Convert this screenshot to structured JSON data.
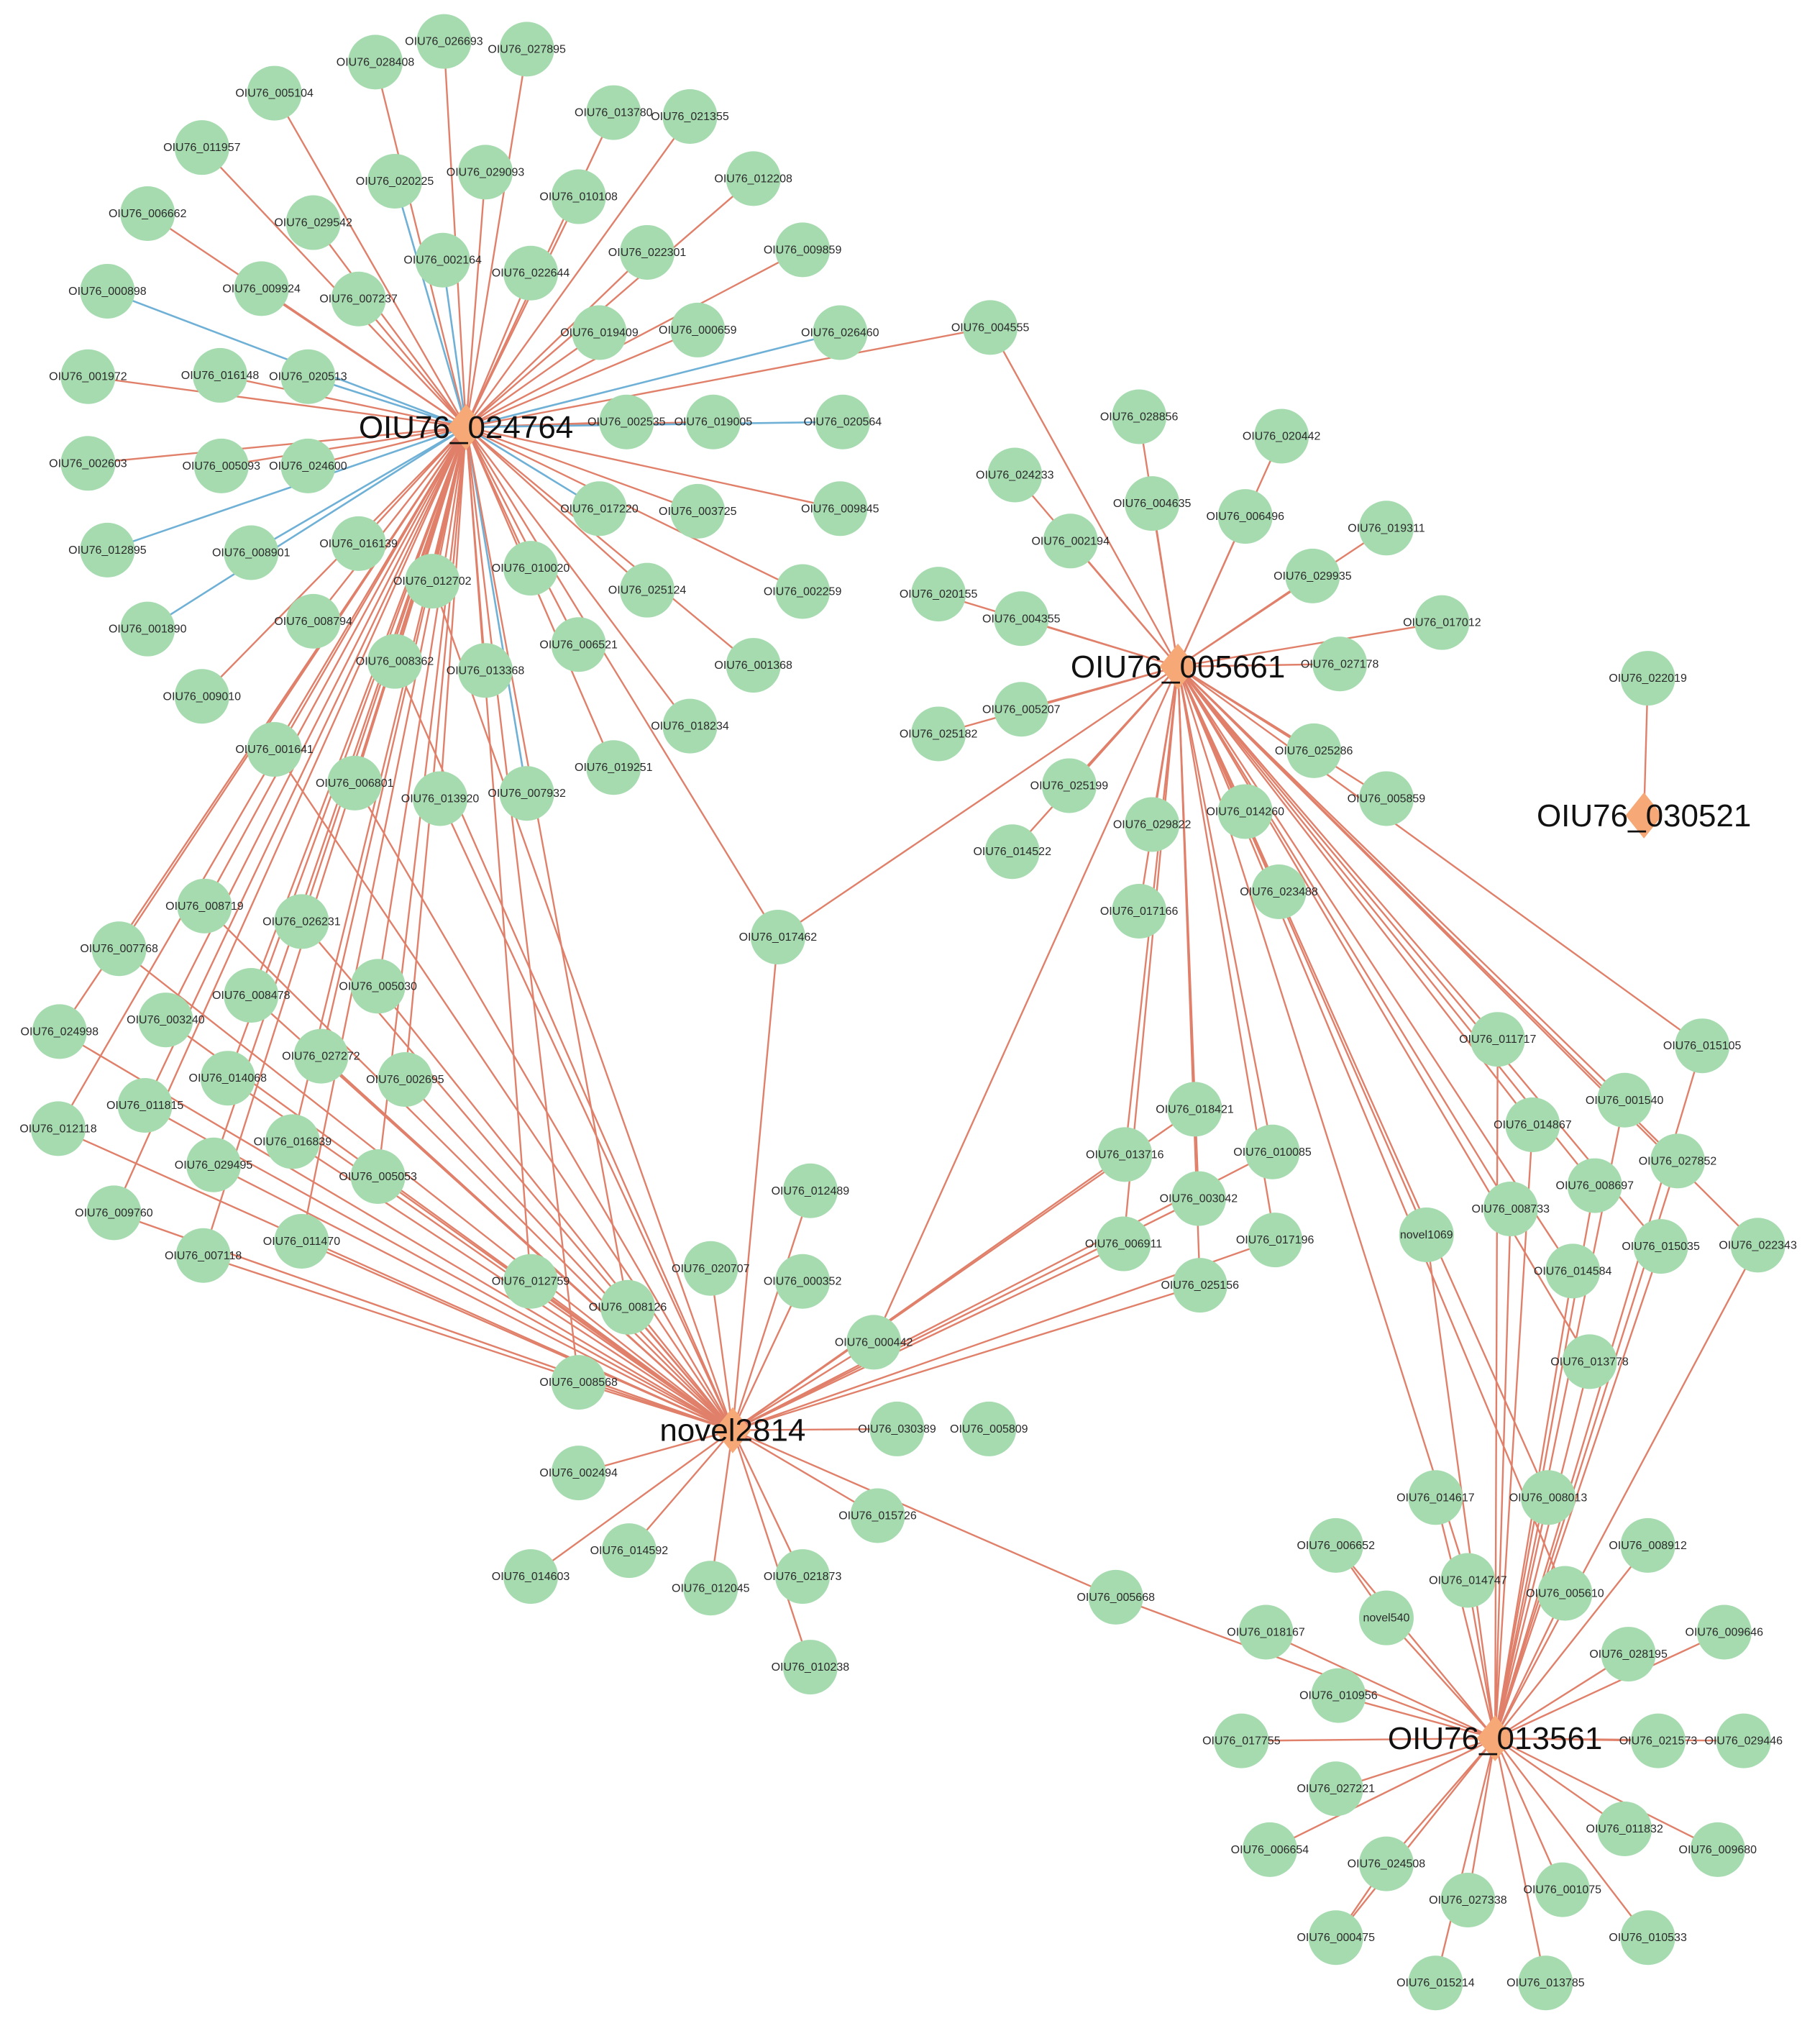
{
  "colors": {
    "gene_node": "#a6dbb0",
    "hub_node": "#f6a977",
    "edge_default": "#e0806a",
    "edge_blue": "#6fb0d6",
    "background": "#ffffff"
  },
  "hubs": [
    {
      "id": "OIU76_024764",
      "label": "OIU76_024764"
    },
    {
      "id": "OIU76_005661",
      "label": "OIU76_005661"
    },
    {
      "id": "novel2814",
      "label": "novel2814"
    },
    {
      "id": "OIU76_013561",
      "label": "OIU76_013561"
    },
    {
      "id": "OIU76_030521",
      "label": "OIU76_030521"
    }
  ],
  "genes": [
    "OIU76_028408",
    "OIU76_026693",
    "OIU76_027895",
    "OIU76_013780",
    "OIU76_005104",
    "OIU76_021355",
    "OIU76_011957",
    "OIU76_020225",
    "OIU76_029093",
    "OIU76_012208",
    "OIU76_010108",
    "OIU76_006662",
    "OIU76_029542",
    "OIU76_009859",
    "OIU76_022301",
    "OIU76_002164",
    "OIU76_022644",
    "OIU76_000898",
    "OIU76_009924",
    "OIU76_007237",
    "OIU76_019409",
    "OIU76_000659",
    "OIU76_026460",
    "OIU76_004555",
    "OIU76_001972",
    "OIU76_016148",
    "OIU76_020513",
    "OIU76_002535",
    "OIU76_019005",
    "OIU76_020564",
    "OIU76_002603",
    "OIU76_005093",
    "OIU76_024600",
    "OIU76_017220",
    "OIU76_003725",
    "OIU76_009845",
    "OIU76_012895",
    "OIU76_008901",
    "OIU76_016139",
    "OIU76_012702",
    "OIU76_010020",
    "OIU76_025124",
    "OIU76_002259",
    "OIU76_001890",
    "OIU76_008794",
    "OIU76_008362",
    "OIU76_013368",
    "OIU76_006521",
    "OIU76_001368",
    "OIU76_009010",
    "OIU76_018234",
    "OIU76_001641",
    "OIU76_006801",
    "OIU76_013920",
    "OIU76_007932",
    "OIU76_019251",
    "OIU76_028856",
    "OIU76_020442",
    "OIU76_024233",
    "OIU76_004635",
    "OIU76_006496",
    "OIU76_002194",
    "OIU76_019311",
    "OIU76_029935",
    "OIU76_020155",
    "OIU76_004355",
    "OIU76_017012",
    "OIU76_027178",
    "OIU76_005207",
    "OIU76_025182",
    "OIU76_022019",
    "OIU76_025286",
    "OIU76_025199",
    "OIU76_005859",
    "OIU76_029822",
    "OIU76_014260",
    "OIU76_014522",
    "OIU76_023488",
    "OIU76_017166",
    "OIU76_008719",
    "OIU76_026231",
    "OIU76_017462",
    "OIU76_007768",
    "OIU76_005030",
    "OIU76_008478",
    "OIU76_003240",
    "OIU76_024998",
    "OIU76_027272",
    "OIU76_014068",
    "OIU76_002695",
    "OIU76_011717",
    "OIU76_015105",
    "OIU76_011815",
    "OIU76_012118",
    "OIU76_016839",
    "OIU76_018421",
    "OIU76_001540",
    "OIU76_014867",
    "OIU76_029495",
    "OIU76_005053",
    "OIU76_013716",
    "OIU76_010085",
    "OIU76_027852",
    "OIU76_008697",
    "OIU76_003042",
    "OIU76_008733",
    "OIU76_009760",
    "OIU76_012489",
    "OIU76_011470",
    "OIU76_006911",
    "OIU76_017196",
    "novel1069",
    "OIU76_015035",
    "OIU76_022343",
    "OIU76_007118",
    "OIU76_020707",
    "OIU76_000352",
    "OIU76_014584",
    "OIU76_012759",
    "OIU76_008126",
    "OIU76_025156",
    "OIU76_000442",
    "OIU76_013778",
    "OIU76_008568",
    "OIU76_030389",
    "OIU76_005809",
    "OIU76_002494",
    "OIU76_014617",
    "OIU76_008013",
    "OIU76_015726",
    "OIU76_006652",
    "OIU76_008912",
    "OIU76_014592",
    "OIU76_014603",
    "OIU76_014747",
    "OIU76_012045",
    "OIU76_021873",
    "OIU76_005610",
    "novel540",
    "OIU76_005668",
    "OIU76_009646",
    "OIU76_018167",
    "OIU76_010238",
    "OIU76_028195",
    "OIU76_010956",
    "OIU76_017755",
    "OIU76_021573",
    "OIU76_029446",
    "OIU76_027221",
    "OIU76_006654",
    "OIU76_024508",
    "OIU76_011832",
    "OIU76_009680",
    "OIU76_027338",
    "OIU76_001075",
    "OIU76_000475",
    "OIU76_010533",
    "OIU76_015214",
    "OIU76_013785"
  ],
  "edges": [
    [
      "OIU76_024764",
      "OIU76_028408"
    ],
    [
      "OIU76_024764",
      "OIU76_026693"
    ],
    [
      "OIU76_024764",
      "OIU76_027895"
    ],
    [
      "OIU76_024764",
      "OIU76_013780"
    ],
    [
      "OIU76_024764",
      "OIU76_005104"
    ],
    [
      "OIU76_024764",
      "OIU76_021355"
    ],
    [
      "OIU76_024764",
      "OIU76_011957"
    ],
    [
      "OIU76_024764",
      "OIU76_020225",
      "blue"
    ],
    [
      "OIU76_024764",
      "OIU76_029093"
    ],
    [
      "OIU76_024764",
      "OIU76_012208"
    ],
    [
      "OIU76_024764",
      "OIU76_010108"
    ],
    [
      "OIU76_024764",
      "OIU76_006662"
    ],
    [
      "OIU76_024764",
      "OIU76_029542"
    ],
    [
      "OIU76_024764",
      "OIU76_009859"
    ],
    [
      "OIU76_024764",
      "OIU76_022301"
    ],
    [
      "OIU76_024764",
      "OIU76_002164",
      "blue"
    ],
    [
      "OIU76_024764",
      "OIU76_022644"
    ],
    [
      "OIU76_024764",
      "OIU76_000898",
      "blue"
    ],
    [
      "OIU76_024764",
      "OIU76_009924"
    ],
    [
      "OIU76_024764",
      "OIU76_007237"
    ],
    [
      "OIU76_024764",
      "OIU76_019409"
    ],
    [
      "OIU76_024764",
      "OIU76_000659"
    ],
    [
      "OIU76_024764",
      "OIU76_026460",
      "blue"
    ],
    [
      "OIU76_024764",
      "OIU76_004555"
    ],
    [
      "OIU76_024764",
      "OIU76_001972"
    ],
    [
      "OIU76_024764",
      "OIU76_016148"
    ],
    [
      "OIU76_024764",
      "OIU76_020513",
      "blue"
    ],
    [
      "OIU76_024764",
      "OIU76_002535"
    ],
    [
      "OIU76_024764",
      "OIU76_019005"
    ],
    [
      "OIU76_024764",
      "OIU76_020564",
      "blue"
    ],
    [
      "OIU76_024764",
      "OIU76_002603"
    ],
    [
      "OIU76_024764",
      "OIU76_005093"
    ],
    [
      "OIU76_024764",
      "OIU76_024600"
    ],
    [
      "OIU76_024764",
      "OIU76_017220",
      "blue"
    ],
    [
      "OIU76_024764",
      "OIU76_003725"
    ],
    [
      "OIU76_024764",
      "OIU76_009845"
    ],
    [
      "OIU76_024764",
      "OIU76_012895",
      "blue"
    ],
    [
      "OIU76_024764",
      "OIU76_008901",
      "blue"
    ],
    [
      "OIU76_024764",
      "OIU76_016139"
    ],
    [
      "OIU76_024764",
      "OIU76_012702"
    ],
    [
      "OIU76_024764",
      "OIU76_010020"
    ],
    [
      "OIU76_024764",
      "OIU76_025124"
    ],
    [
      "OIU76_024764",
      "OIU76_002259"
    ],
    [
      "OIU76_024764",
      "OIU76_001890",
      "blue"
    ],
    [
      "OIU76_024764",
      "OIU76_008794"
    ],
    [
      "OIU76_024764",
      "OIU76_008362"
    ],
    [
      "OIU76_024764",
      "OIU76_013368"
    ],
    [
      "OIU76_024764",
      "OIU76_006521"
    ],
    [
      "OIU76_024764",
      "OIU76_001368"
    ],
    [
      "OIU76_024764",
      "OIU76_009010"
    ],
    [
      "OIU76_024764",
      "OIU76_018234"
    ],
    [
      "OIU76_024764",
      "OIU76_001641"
    ],
    [
      "OIU76_024764",
      "OIU76_006801"
    ],
    [
      "OIU76_024764",
      "OIU76_013920"
    ],
    [
      "OIU76_024764",
      "OIU76_007932",
      "blue"
    ],
    [
      "OIU76_024764",
      "OIU76_019251"
    ],
    [
      "OIU76_024764",
      "OIU76_017462"
    ],
    [
      "OIU76_024764",
      "OIU76_008719"
    ],
    [
      "OIU76_024764",
      "OIU76_026231"
    ],
    [
      "OIU76_024764",
      "OIU76_007768"
    ],
    [
      "OIU76_024764",
      "OIU76_005030"
    ],
    [
      "OIU76_024764",
      "OIU76_008478"
    ],
    [
      "OIU76_024764",
      "OIU76_003240"
    ],
    [
      "OIU76_024764",
      "OIU76_024998"
    ],
    [
      "OIU76_024764",
      "OIU76_027272"
    ],
    [
      "OIU76_024764",
      "OIU76_014068"
    ],
    [
      "OIU76_024764",
      "OIU76_002695"
    ],
    [
      "OIU76_024764",
      "OIU76_011815"
    ],
    [
      "OIU76_024764",
      "OIU76_012118"
    ],
    [
      "OIU76_024764",
      "OIU76_016839"
    ],
    [
      "OIU76_024764",
      "OIU76_029495"
    ],
    [
      "OIU76_024764",
      "OIU76_005053"
    ],
    [
      "OIU76_024764",
      "OIU76_009760"
    ],
    [
      "OIU76_024764",
      "OIU76_011470"
    ],
    [
      "OIU76_024764",
      "OIU76_007118"
    ],
    [
      "OIU76_024764",
      "OIU76_012759"
    ],
    [
      "OIU76_024764",
      "OIU76_008126"
    ],
    [
      "OIU76_024764",
      "OIU76_008568"
    ],
    [
      "OIU76_005661",
      "OIU76_004555"
    ],
    [
      "OIU76_005661",
      "OIU76_028856"
    ],
    [
      "OIU76_005661",
      "OIU76_020442"
    ],
    [
      "OIU76_005661",
      "OIU76_024233"
    ],
    [
      "OIU76_005661",
      "OIU76_004635"
    ],
    [
      "OIU76_005661",
      "OIU76_006496"
    ],
    [
      "OIU76_005661",
      "OIU76_002194"
    ],
    [
      "OIU76_005661",
      "OIU76_019311"
    ],
    [
      "OIU76_005661",
      "OIU76_029935"
    ],
    [
      "OIU76_005661",
      "OIU76_020155"
    ],
    [
      "OIU76_005661",
      "OIU76_004355"
    ],
    [
      "OIU76_005661",
      "OIU76_017012"
    ],
    [
      "OIU76_005661",
      "OIU76_027178"
    ],
    [
      "OIU76_005661",
      "OIU76_005207"
    ],
    [
      "OIU76_005661",
      "OIU76_025182"
    ],
    [
      "OIU76_005661",
      "OIU76_025286"
    ],
    [
      "OIU76_005661",
      "OIU76_025199"
    ],
    [
      "OIU76_005661",
      "OIU76_005859"
    ],
    [
      "OIU76_005661",
      "OIU76_029822"
    ],
    [
      "OIU76_005661",
      "OIU76_014260"
    ],
    [
      "OIU76_005661",
      "OIU76_014522"
    ],
    [
      "OIU76_005661",
      "OIU76_023488"
    ],
    [
      "OIU76_005661",
      "OIU76_017166"
    ],
    [
      "OIU76_005661",
      "OIU76_017462"
    ],
    [
      "OIU76_005661",
      "OIU76_011717"
    ],
    [
      "OIU76_005661",
      "OIU76_015105"
    ],
    [
      "OIU76_005661",
      "OIU76_018421"
    ],
    [
      "OIU76_005661",
      "OIU76_001540"
    ],
    [
      "OIU76_005661",
      "OIU76_014867"
    ],
    [
      "OIU76_005661",
      "OIU76_013716"
    ],
    [
      "OIU76_005661",
      "OIU76_010085"
    ],
    [
      "OIU76_005661",
      "OIU76_027852"
    ],
    [
      "OIU76_005661",
      "OIU76_008697"
    ],
    [
      "OIU76_005661",
      "OIU76_003042"
    ],
    [
      "OIU76_005661",
      "OIU76_008733"
    ],
    [
      "OIU76_005661",
      "OIU76_006911"
    ],
    [
      "OIU76_005661",
      "OIU76_017196"
    ],
    [
      "OIU76_005661",
      "novel1069"
    ],
    [
      "OIU76_005661",
      "OIU76_015035"
    ],
    [
      "OIU76_005661",
      "OIU76_022343"
    ],
    [
      "OIU76_005661",
      "OIU76_014584"
    ],
    [
      "OIU76_005661",
      "OIU76_025156"
    ],
    [
      "OIU76_005661",
      "OIU76_013778"
    ],
    [
      "OIU76_005661",
      "OIU76_000442"
    ],
    [
      "OIU76_005661",
      "OIU76_014747"
    ],
    [
      "OIU76_005661",
      "OIU76_005610"
    ],
    [
      "OIU76_005661",
      "OIU76_008013"
    ],
    [
      "OIU76_030521",
      "OIU76_022019"
    ],
    [
      "novel2814",
      "OIU76_017462"
    ],
    [
      "novel2814",
      "OIU76_008719"
    ],
    [
      "novel2814",
      "OIU76_026231"
    ],
    [
      "novel2814",
      "OIU76_007768"
    ],
    [
      "novel2814",
      "OIU76_005030"
    ],
    [
      "novel2814",
      "OIU76_008478"
    ],
    [
      "novel2814",
      "OIU76_003240"
    ],
    [
      "novel2814",
      "OIU76_024998"
    ],
    [
      "novel2814",
      "OIU76_027272"
    ],
    [
      "novel2814",
      "OIU76_014068"
    ],
    [
      "novel2814",
      "OIU76_002695"
    ],
    [
      "novel2814",
      "OIU76_011815"
    ],
    [
      "novel2814",
      "OIU76_012118"
    ],
    [
      "novel2814",
      "OIU76_016839"
    ],
    [
      "novel2814",
      "OIU76_029495"
    ],
    [
      "novel2814",
      "OIU76_005053"
    ],
    [
      "novel2814",
      "OIU76_009760"
    ],
    [
      "novel2814",
      "OIU76_011470"
    ],
    [
      "novel2814",
      "OIU76_007118"
    ],
    [
      "novel2814",
      "OIU76_012759"
    ],
    [
      "novel2814",
      "OIU76_008126"
    ],
    [
      "novel2814",
      "OIU76_008568"
    ],
    [
      "novel2814",
      "OIU76_001641"
    ],
    [
      "novel2814",
      "OIU76_006801"
    ],
    [
      "novel2814",
      "OIU76_013920"
    ],
    [
      "novel2814",
      "OIU76_008362"
    ],
    [
      "novel2814",
      "OIU76_012702"
    ],
    [
      "novel2814",
      "OIU76_018421"
    ],
    [
      "novel2814",
      "OIU76_013716"
    ],
    [
      "novel2814",
      "OIU76_010085"
    ],
    [
      "novel2814",
      "OIU76_003042"
    ],
    [
      "novel2814",
      "OIU76_006911"
    ],
    [
      "novel2814",
      "OIU76_017196"
    ],
    [
      "novel2814",
      "OIU76_025156"
    ],
    [
      "novel2814",
      "OIU76_000442"
    ],
    [
      "novel2814",
      "OIU76_012489"
    ],
    [
      "novel2814",
      "OIU76_020707"
    ],
    [
      "novel2814",
      "OIU76_000352"
    ],
    [
      "novel2814",
      "OIU76_030389"
    ],
    [
      "novel2814",
      "OIU76_002494"
    ],
    [
      "novel2814",
      "OIU76_015726"
    ],
    [
      "novel2814",
      "OIU76_014592"
    ],
    [
      "novel2814",
      "OIU76_014603"
    ],
    [
      "novel2814",
      "OIU76_012045"
    ],
    [
      "novel2814",
      "OIU76_021873"
    ],
    [
      "novel2814",
      "OIU76_010238"
    ],
    [
      "novel2814",
      "OIU76_005668"
    ],
    [
      "OIU76_013561",
      "OIU76_005668"
    ],
    [
      "OIU76_013561",
      "OIU76_011717"
    ],
    [
      "OIU76_013561",
      "OIU76_015105"
    ],
    [
      "OIU76_013561",
      "OIU76_001540"
    ],
    [
      "OIU76_013561",
      "OIU76_014867"
    ],
    [
      "OIU76_013561",
      "OIU76_027852"
    ],
    [
      "OIU76_013561",
      "OIU76_008697"
    ],
    [
      "OIU76_013561",
      "OIU76_008733"
    ],
    [
      "OIU76_013561",
      "novel1069"
    ],
    [
      "OIU76_013561",
      "OIU76_015035"
    ],
    [
      "OIU76_013561",
      "OIU76_022343"
    ],
    [
      "OIU76_013561",
      "OIU76_014584"
    ],
    [
      "OIU76_013561",
      "OIU76_013778"
    ],
    [
      "OIU76_013561",
      "OIU76_014617"
    ],
    [
      "OIU76_013561",
      "OIU76_008013"
    ],
    [
      "OIU76_013561",
      "OIU76_006652"
    ],
    [
      "OIU76_013561",
      "OIU76_008912"
    ],
    [
      "OIU76_013561",
      "OIU76_014747"
    ],
    [
      "OIU76_013561",
      "OIU76_005610"
    ],
    [
      "OIU76_013561",
      "novel540"
    ],
    [
      "OIU76_013561",
      "OIU76_009646"
    ],
    [
      "OIU76_013561",
      "OIU76_018167"
    ],
    [
      "OIU76_013561",
      "OIU76_028195"
    ],
    [
      "OIU76_013561",
      "OIU76_010956"
    ],
    [
      "OIU76_013561",
      "OIU76_017755"
    ],
    [
      "OIU76_013561",
      "OIU76_021573"
    ],
    [
      "OIU76_013561",
      "OIU76_029446"
    ],
    [
      "OIU76_013561",
      "OIU76_027221"
    ],
    [
      "OIU76_013561",
      "OIU76_006654"
    ],
    [
      "OIU76_013561",
      "OIU76_024508"
    ],
    [
      "OIU76_013561",
      "OIU76_011832"
    ],
    [
      "OIU76_013561",
      "OIU76_009680"
    ],
    [
      "OIU76_013561",
      "OIU76_027338"
    ],
    [
      "OIU76_013561",
      "OIU76_001075"
    ],
    [
      "OIU76_013561",
      "OIU76_000475"
    ],
    [
      "OIU76_013561",
      "OIU76_010533"
    ],
    [
      "OIU76_013561",
      "OIU76_015214"
    ],
    [
      "OIU76_013561",
      "OIU76_013785"
    ],
    [
      "OIU76_006652",
      "novel540"
    ],
    [
      "OIU76_024508",
      "OIU76_000475"
    ]
  ]
}
